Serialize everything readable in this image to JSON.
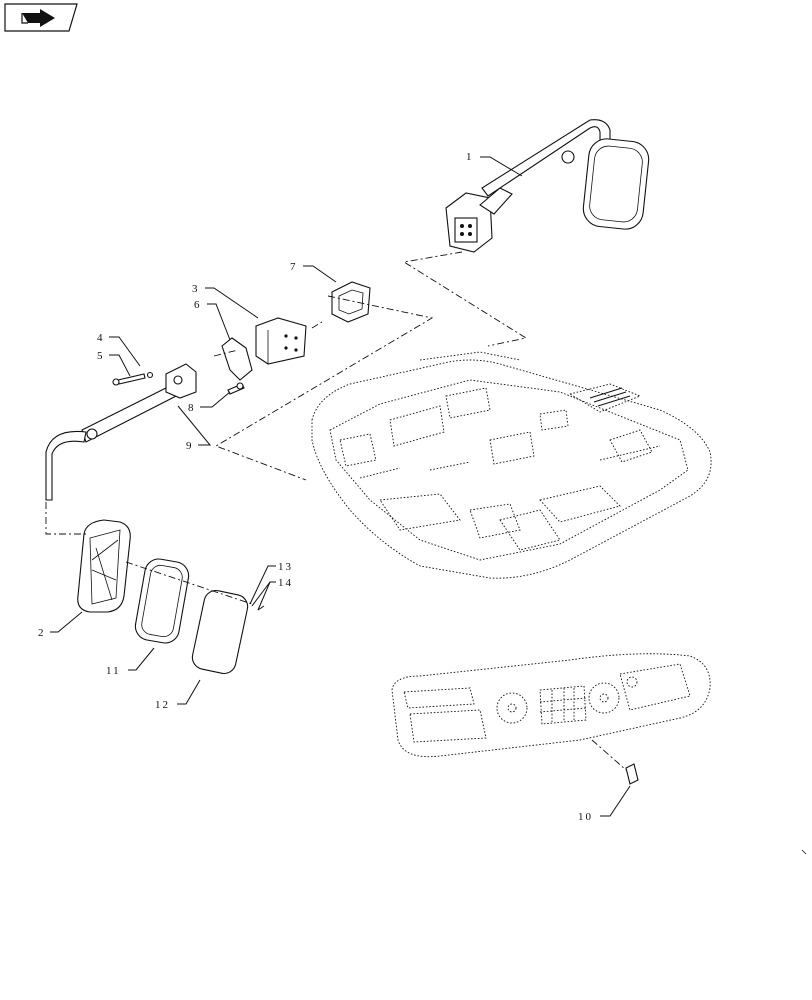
{
  "nav": {
    "icon": "arrow-right-icon"
  },
  "callouts": {
    "c1": "1",
    "c2": "2",
    "c3": "3",
    "c4": "4",
    "c5": "5",
    "c6": "6",
    "c7": "7",
    "c8": "8",
    "c9": "9",
    "c10": "10",
    "c11": "11",
    "c12": "12",
    "c13": "13",
    "c14": "14"
  }
}
